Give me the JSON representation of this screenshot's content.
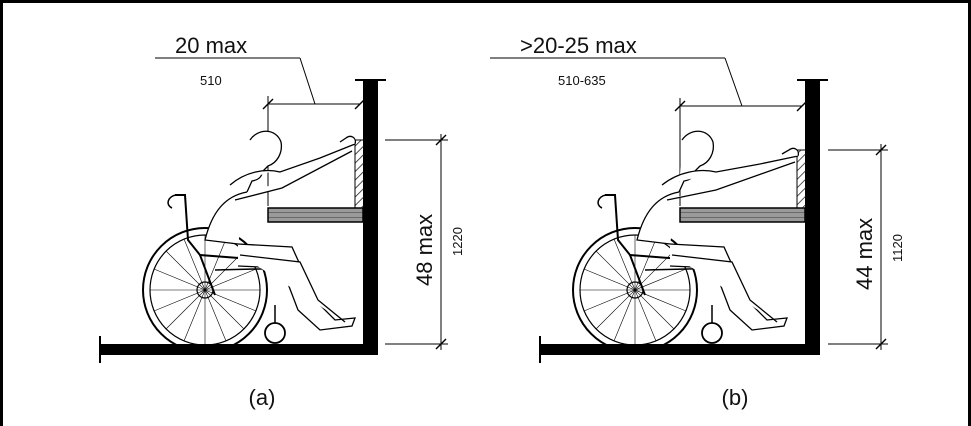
{
  "figures": [
    {
      "caption": "(a)",
      "reach_dim": {
        "imperial": "20 max",
        "metric": "510"
      },
      "height_dim": {
        "imperial": "48 max",
        "metric": "1220"
      }
    },
    {
      "caption": "(b)",
      "reach_dim": {
        "imperial": ">20-25 max",
        "metric": "510-635"
      },
      "height_dim": {
        "imperial": "44 max",
        "metric": "1120"
      }
    }
  ]
}
